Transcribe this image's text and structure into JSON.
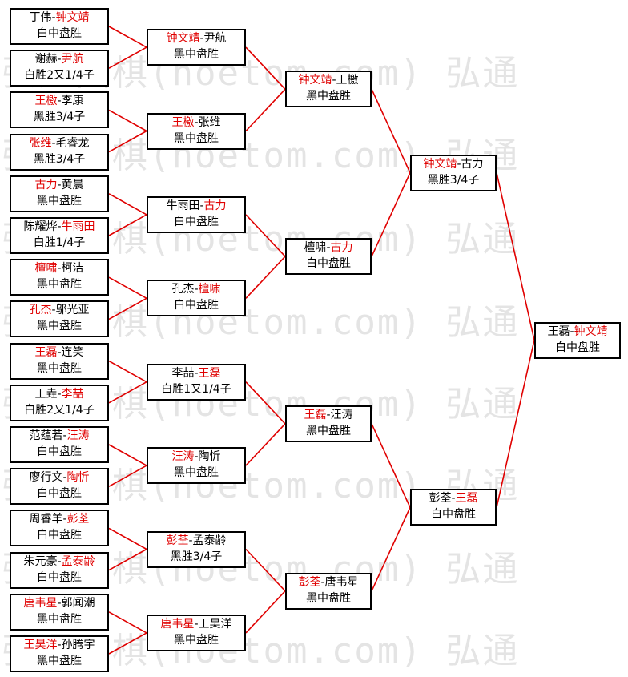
{
  "watermark": "弘通围棋(hoetom.com) 弘通",
  "colors": {
    "winner": "#e00000",
    "connector": "#e00000",
    "border": "#000000"
  },
  "rounds": [
    [
      {
        "players": [
          "丁伟",
          "钟文靖"
        ],
        "winner": 1,
        "result": "白中盘胜"
      },
      {
        "players": [
          "谢赫",
          "尹航"
        ],
        "winner": 1,
        "result": "白胜2又1/4子"
      },
      {
        "players": [
          "王檄",
          "李康"
        ],
        "winner": 0,
        "result": "黑胜3/4子"
      },
      {
        "players": [
          "张维",
          "毛睿龙"
        ],
        "winner": 0,
        "result": "黑胜3/4子"
      },
      {
        "players": [
          "古力",
          "黄晨"
        ],
        "winner": 0,
        "result": "黑中盘胜"
      },
      {
        "players": [
          "陈耀烨",
          "牛雨田"
        ],
        "winner": 1,
        "result": "白胜1/4子"
      },
      {
        "players": [
          "檀啸",
          "柯洁"
        ],
        "winner": 0,
        "result": "黑中盘胜"
      },
      {
        "players": [
          "孔杰",
          "邬光亚"
        ],
        "winner": 0,
        "result": "黑中盘胜"
      },
      {
        "players": [
          "王磊",
          "连笑"
        ],
        "winner": 0,
        "result": "黑中盘胜"
      },
      {
        "players": [
          "王垚",
          "李喆"
        ],
        "winner": 1,
        "result": "白胜2又1/4子"
      },
      {
        "players": [
          "范蕴若",
          "汪涛"
        ],
        "winner": 1,
        "result": "白中盘胜"
      },
      {
        "players": [
          "廖行文",
          "陶忻"
        ],
        "winner": 1,
        "result": "白中盘胜"
      },
      {
        "players": [
          "周睿羊",
          "彭荃"
        ],
        "winner": 1,
        "result": "白中盘胜"
      },
      {
        "players": [
          "朱元豪",
          "孟泰龄"
        ],
        "winner": 1,
        "result": "白中盘胜"
      },
      {
        "players": [
          "唐韦星",
          "郭闻潮"
        ],
        "winner": 0,
        "result": "黑中盘胜"
      },
      {
        "players": [
          "王昊洋",
          "孙腾宇"
        ],
        "winner": 0,
        "result": "黑中盘胜"
      }
    ],
    [
      {
        "players": [
          "钟文靖",
          "尹航"
        ],
        "winner": 0,
        "result": "黑中盘胜"
      },
      {
        "players": [
          "王檄",
          "张维"
        ],
        "winner": 0,
        "result": "黑中盘胜"
      },
      {
        "players": [
          "牛雨田",
          "古力"
        ],
        "winner": 1,
        "result": "白中盘胜"
      },
      {
        "players": [
          "孔杰",
          "檀啸"
        ],
        "winner": 1,
        "result": "白中盘胜"
      },
      {
        "players": [
          "李喆",
          "王磊"
        ],
        "winner": 1,
        "result": "白胜1又1/4子"
      },
      {
        "players": [
          "汪涛",
          "陶忻"
        ],
        "winner": 0,
        "result": "黑中盘胜"
      },
      {
        "players": [
          "彭荃",
          "孟泰龄"
        ],
        "winner": 0,
        "result": "黑胜3/4子"
      },
      {
        "players": [
          "唐韦星",
          "王昊洋"
        ],
        "winner": 0,
        "result": "黑中盘胜"
      }
    ],
    [
      {
        "players": [
          "钟文靖",
          "王檄"
        ],
        "winner": 0,
        "result": "黑中盘胜"
      },
      {
        "players": [
          "檀啸",
          "古力"
        ],
        "winner": 1,
        "result": "白中盘胜"
      },
      {
        "players": [
          "王磊",
          "汪涛"
        ],
        "winner": 0,
        "result": "黑中盘胜"
      },
      {
        "players": [
          "彭荃",
          "唐韦星"
        ],
        "winner": 0,
        "result": "黑中盘胜"
      }
    ],
    [
      {
        "players": [
          "钟文靖",
          "古力"
        ],
        "winner": 0,
        "result": "黑胜3/4子"
      },
      {
        "players": [
          "彭荃",
          "王磊"
        ],
        "winner": 1,
        "result": "白中盘胜"
      }
    ],
    [
      {
        "players": [
          "王磊",
          "钟文靖"
        ],
        "winner": 1,
        "result": "白中盘胜"
      }
    ]
  ]
}
